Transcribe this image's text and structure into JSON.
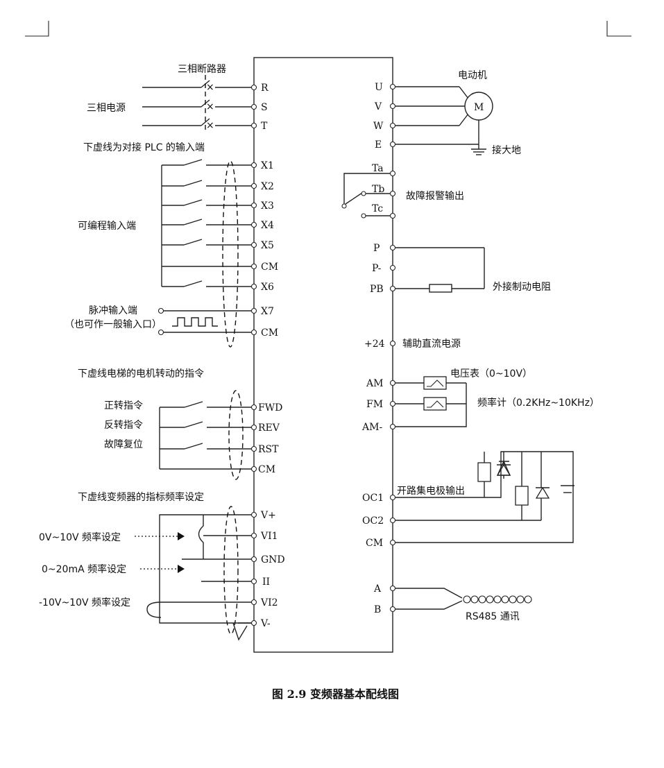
{
  "caption": "图 2.9  变频器基本配线图",
  "left_labels": {
    "breaker": "三相断路器",
    "power": "三相电源",
    "plc_section": "下虚线为对接 PLC 的输入端",
    "programmable": "可编程输入端",
    "pulse": "脉冲输入端",
    "pulse_note": "（也可作一般输入口）",
    "elevator_section": "下虚线电梯的电机转动的指令",
    "forward": "正转指令",
    "reverse": "反转指令",
    "fault_reset": "故障复位",
    "freq_section": "下虚线变频器的指标频率设定",
    "v010": "0V~10V 频率设定",
    "ma020": "0~20mA 频率设定",
    "v1010": "-10V~10V 频率设定"
  },
  "left_terminals": [
    "R",
    "S",
    "T",
    "X1",
    "X2",
    "X3",
    "X4",
    "X5",
    "CM",
    "X6",
    "X7",
    "CM",
    "FWD",
    "REV",
    "RST",
    "CM",
    "V+",
    "VI1",
    "GND",
    "II",
    "VI2",
    "V-"
  ],
  "right_terminals": [
    "U",
    "V",
    "W",
    "E",
    "Ta",
    "Tb",
    "Tc",
    "P",
    "P-",
    "PB",
    "+24",
    "AM",
    "FM",
    "AM-",
    "OC1",
    "OC2",
    "CM",
    "A",
    "B"
  ],
  "right_labels": {
    "motor": "电动机",
    "motor_symbol": "M",
    "ground": "接大地",
    "fault_alarm": "故障报警输出",
    "brake_resistor": "外接制动电阻",
    "aux_dc": "辅助直流电源",
    "voltmeter": "电压表（0~10V）",
    "freq_meter": "频率计（0.2KHz~10KHz）",
    "open_collector": "开路集电极输出",
    "rs485": "RS485 通讯"
  }
}
